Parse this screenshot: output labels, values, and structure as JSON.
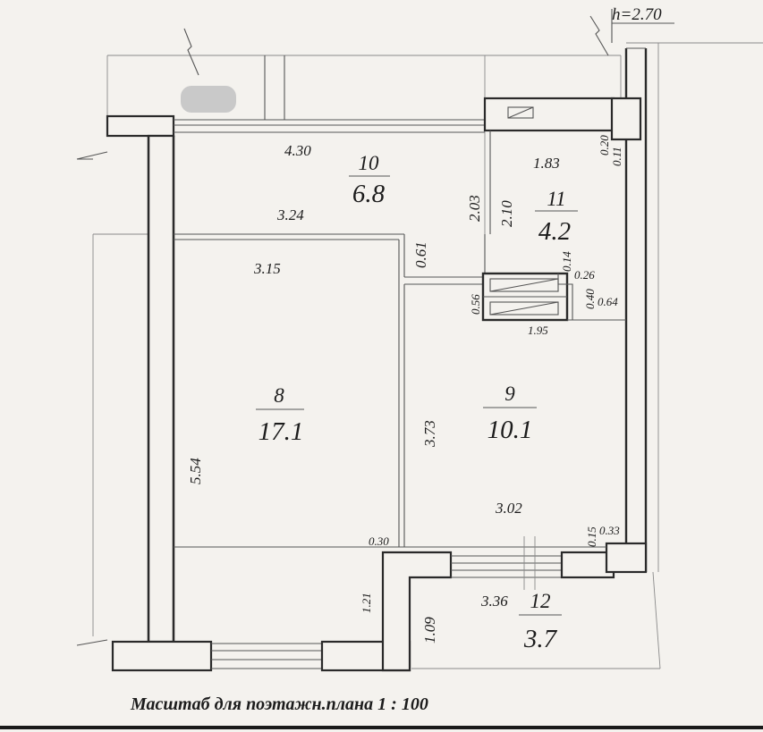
{
  "header": {
    "height_label": "h=2.70"
  },
  "rooms": [
    {
      "number": "10",
      "area": "6.8"
    },
    {
      "number": "11",
      "area": "4.2"
    },
    {
      "number": "8",
      "area": "17.1"
    },
    {
      "number": "9",
      "area": "10.1"
    },
    {
      "number": "12",
      "area": "3.7"
    }
  ],
  "dimensions": {
    "d_4_30": "4.30",
    "d_3_24": "3.24",
    "d_3_15": "3.15",
    "d_0_61": "0.61",
    "d_2_03": "2.03",
    "d_2_10": "2.10",
    "d_1_83": "1.83",
    "d_0_20": "0.20",
    "d_0_11": "0.11",
    "d_0_14": "0.14",
    "d_0_26": "0.26",
    "d_0_40": "0.40",
    "d_0_64": "0.64",
    "d_0_56": "0.56",
    "d_1_95": "1.95",
    "d_5_54": "5.54",
    "d_3_73": "3.73",
    "d_3_02": "3.02",
    "d_0_30": "0.30",
    "d_0_15": "0.15",
    "d_0_33": "0.33",
    "d_1_21": "1.21",
    "d_1_09": "1.09",
    "d_3_36": "3.36"
  },
  "footer": {
    "scale_label": "Масштаб для поэтажн.плана  1 : 100"
  }
}
